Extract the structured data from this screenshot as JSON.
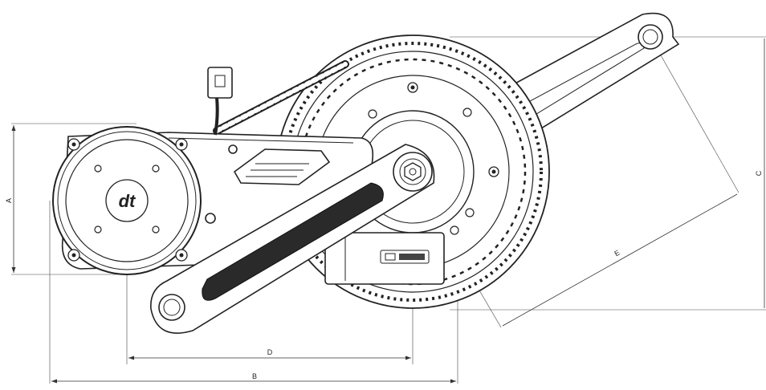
{
  "dimension_labels": {
    "a": "A",
    "b": "B",
    "c": "C",
    "d": "D",
    "e": "E"
  },
  "motor_logo": {
    "text": "dt"
  }
}
